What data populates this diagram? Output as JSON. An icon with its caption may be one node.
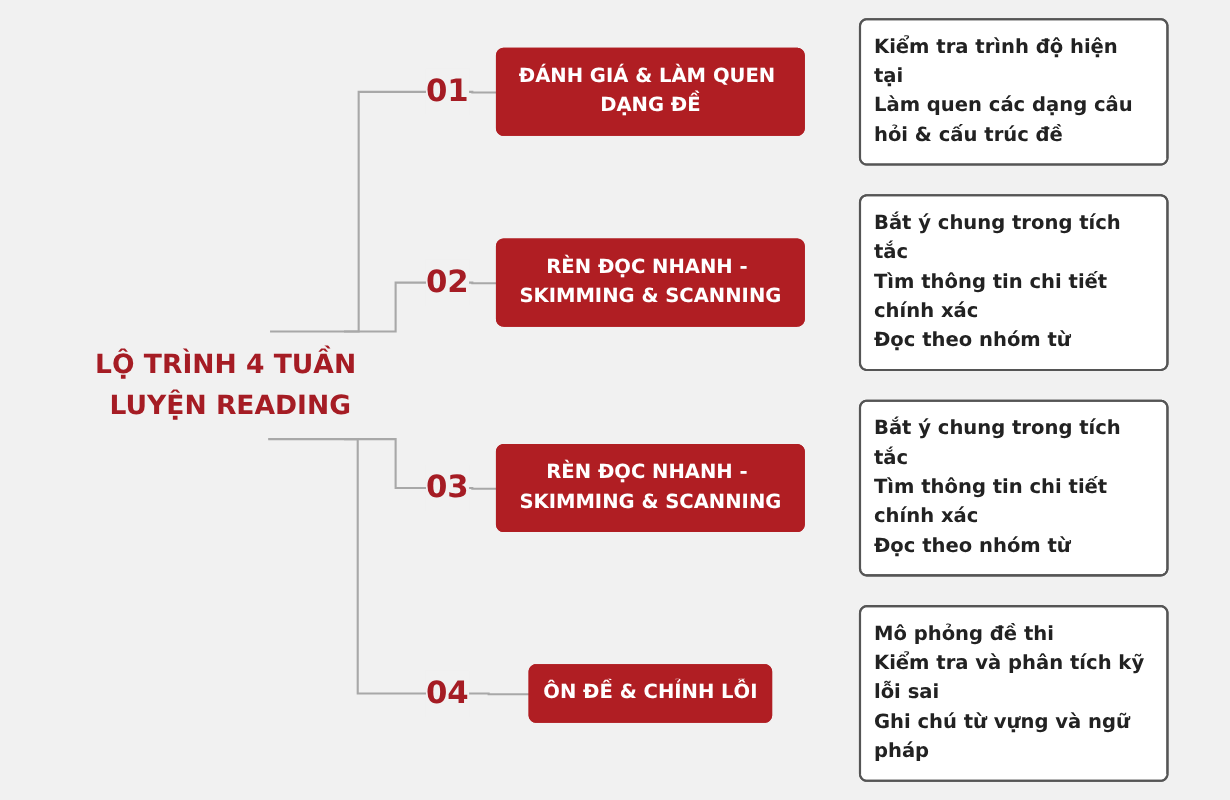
{
  "diagram": {
    "nodes": [
      {
        "text": [
          "LỘ TRÌNH 4 TUẦN LUYỆN READING"
        ]
      },
      {
        "text": [
          "ĐÁNH GIÁ & LÀM QUEN DẠNG ĐỀ"
        ]
      },
      {
        "text": [
          "Kiểm tra trình độ hiện tại",
          "Làm quen các dạng câu hỏi & cấu trúc đề"
        ]
      },
      {
        "text": [
          "RÈN ĐỌC NHANH - SKIMMING & SCANNING"
        ]
      },
      {
        "text": [
          "Bắt ý chung trong tích tắc",
          "Tìm thông tin chi tiết chính xác",
          "Đọc theo nhóm từ"
        ]
      },
      {
        "text": [
          "RÈN ĐỌC NHANH - SKIMMING & SCANNING"
        ]
      },
      {
        "text": [
          "Bắt ý chung trong tích tắc",
          "Tìm thông tin chi tiết chính xác",
          "Đọc theo nhóm từ"
        ]
      },
      {
        "text": [
          "ÔN ĐỀ & CHỈNH LỖI"
        ]
      },
      {
        "text": [
          "Mô phỏng đề thi",
          "Kiểm tra và phân tích kỹ lỗi sai",
          "Ghi chú từ vựng và ngữ pháp"
        ]
      }
    ],
    "edges": [
      {
        "from": 0,
        "to": 1,
        "arrow": "none",
        "label": "01"
      },
      {
        "from": 0,
        "to": 3,
        "arrow": "none",
        "label": "02"
      },
      {
        "from": 0,
        "to": 5,
        "arrow": "none",
        "label": "03"
      },
      {
        "from": 0,
        "to": 7,
        "arrow": "none",
        "label": "04"
      }
    ]
  }
}
